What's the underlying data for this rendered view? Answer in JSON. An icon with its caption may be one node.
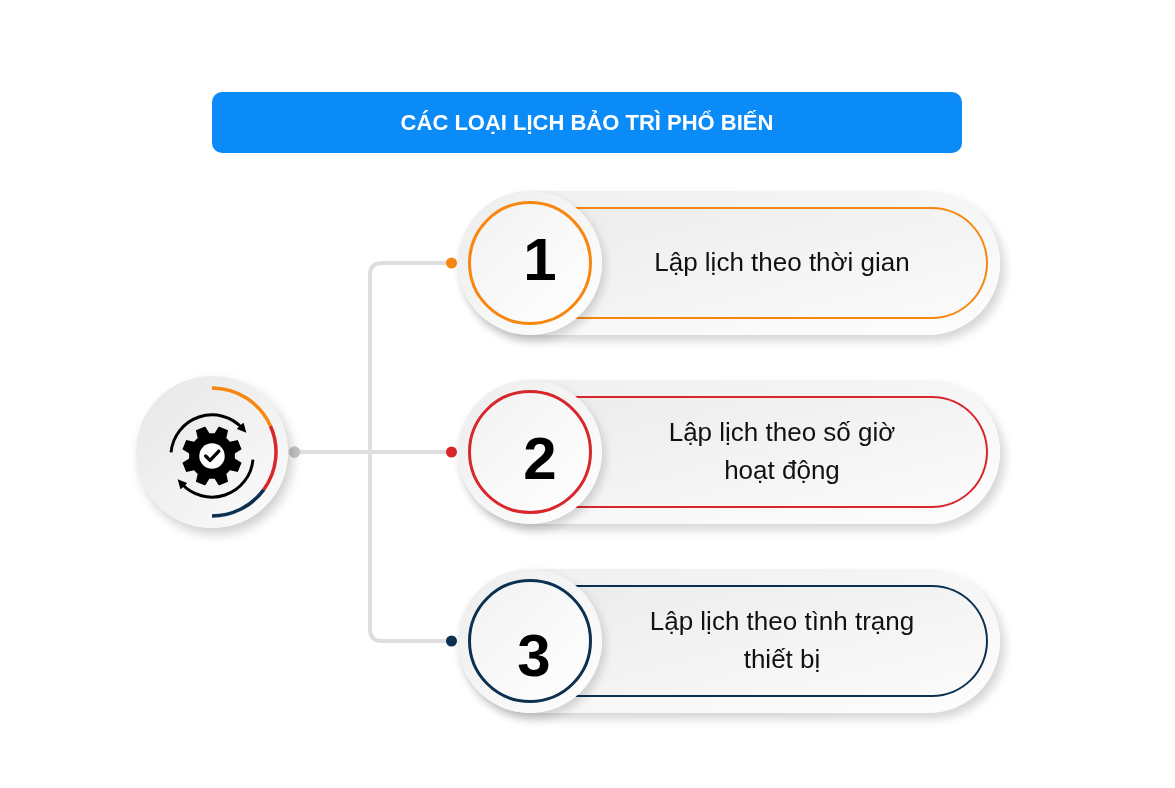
{
  "diagram": {
    "title": "CÁC LOẠI LỊCH BẢO TRÌ PHỔ BIẾN",
    "nodes": [
      {
        "text": [],
        "shape": "circle"
      },
      {
        "text": [
          "Lập lịch theo thời gian"
        ]
      },
      {
        "text": [
          "1"
        ],
        "in": 1
      },
      {
        "text": [
          "Lập lịch theo số giờ hoạt động"
        ]
      },
      {
        "text": [
          "2"
        ],
        "in": 3
      },
      {
        "text": [
          "Lập lịch theo tình trạng thiết bị"
        ]
      },
      {
        "text": [
          "3"
        ],
        "in": 5
      }
    ],
    "edges": [
      {
        "from": 0,
        "to": 2,
        "arrow": "other"
      },
      {
        "from": 0,
        "to": 4,
        "arrow": "other"
      },
      {
        "from": 0,
        "to": 6,
        "arrow": "other"
      }
    ]
  }
}
